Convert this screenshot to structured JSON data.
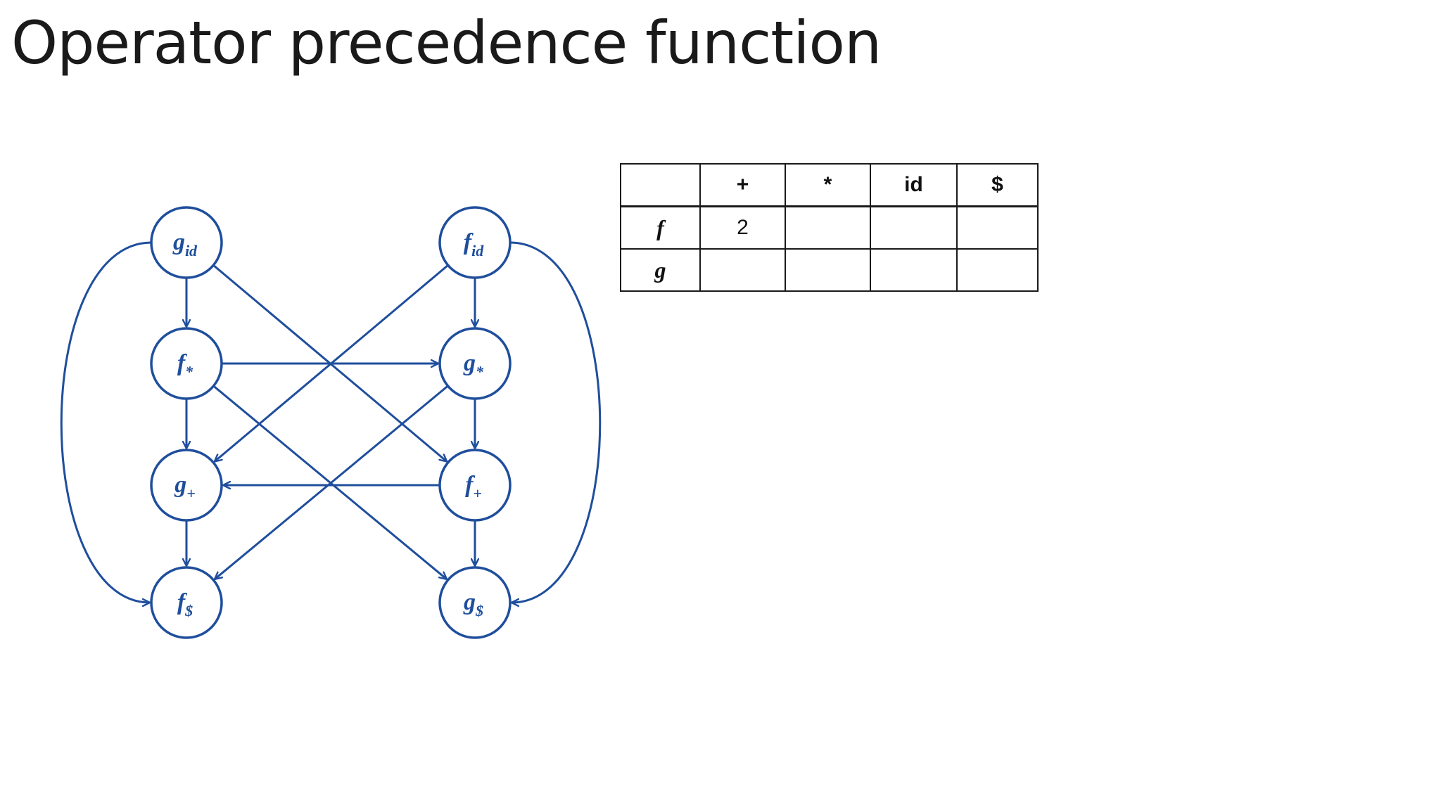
{
  "title": "Operator precedence function",
  "colors": {
    "graph": "#1f4e9c",
    "text": "#1a1a1a"
  },
  "graph": {
    "nodes": [
      {
        "id": "g_id",
        "base": "g",
        "sub": "id"
      },
      {
        "id": "f_id",
        "base": "f",
        "sub": "id"
      },
      {
        "id": "f_mul",
        "base": "f",
        "sub": "*"
      },
      {
        "id": "g_mul",
        "base": "g",
        "sub": "*"
      },
      {
        "id": "g_plus",
        "base": "g",
        "sub": "+"
      },
      {
        "id": "f_plus",
        "base": "f",
        "sub": "+"
      },
      {
        "id": "f_dollar",
        "base": "f",
        "sub": "$"
      },
      {
        "id": "g_dollar",
        "base": "g",
        "sub": "$"
      }
    ],
    "edges": [
      [
        "g_id",
        "f_mul"
      ],
      [
        "g_id",
        "f_plus"
      ],
      [
        "g_id",
        "f_dollar"
      ],
      [
        "f_id",
        "g_mul"
      ],
      [
        "f_id",
        "g_plus"
      ],
      [
        "f_id",
        "g_dollar"
      ],
      [
        "f_mul",
        "g_mul"
      ],
      [
        "f_mul",
        "g_plus"
      ],
      [
        "f_mul",
        "g_dollar"
      ],
      [
        "g_mul",
        "f_plus"
      ],
      [
        "g_mul",
        "f_dollar"
      ],
      [
        "f_plus",
        "g_plus"
      ],
      [
        "f_plus",
        "g_dollar"
      ],
      [
        "g_plus",
        "f_dollar"
      ]
    ]
  },
  "table": {
    "columns": [
      "",
      "+",
      "*",
      "id",
      "$"
    ],
    "rows": [
      {
        "label": "f",
        "cells": [
          "2",
          "",
          "",
          ""
        ]
      },
      {
        "label": "g",
        "cells": [
          "",
          "",
          "",
          ""
        ]
      }
    ]
  }
}
